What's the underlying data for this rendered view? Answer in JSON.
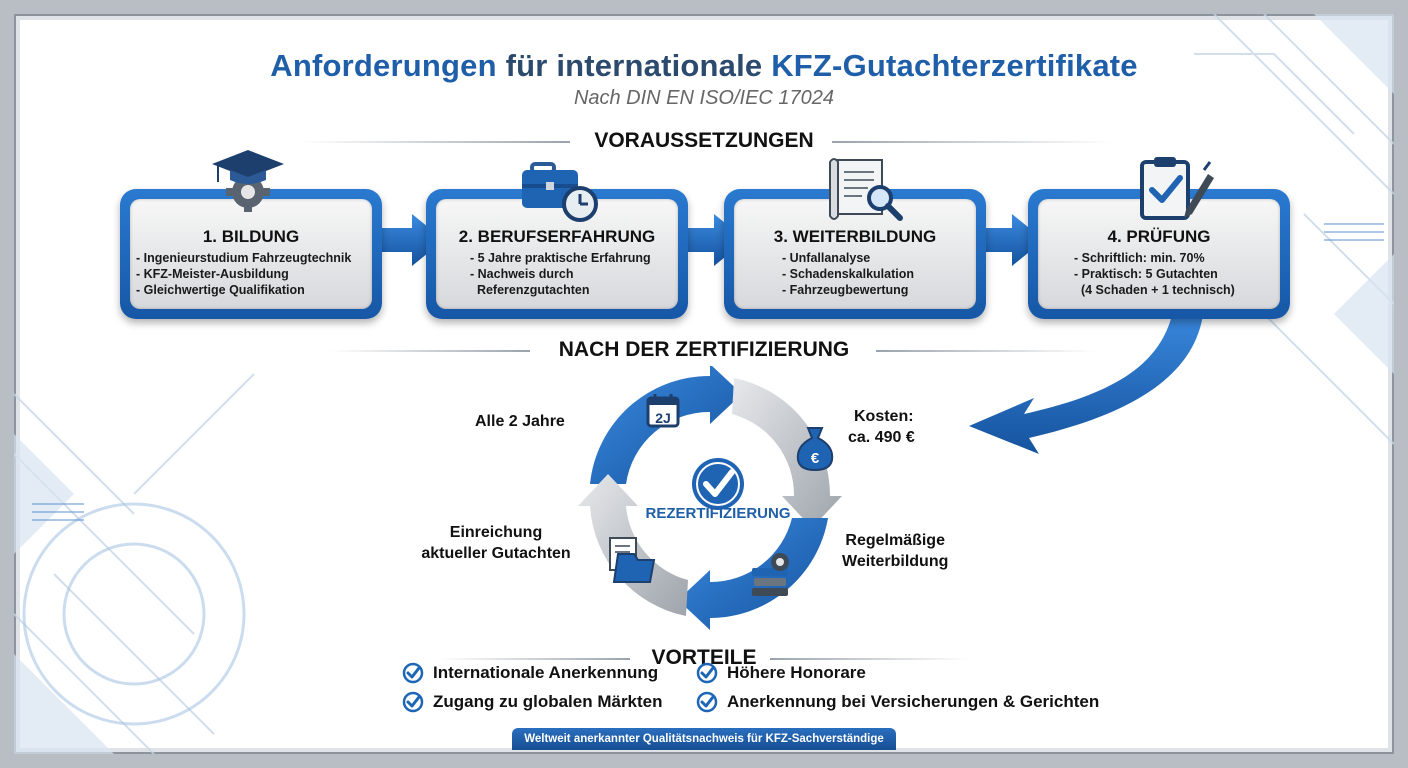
{
  "header": {
    "title_part1": "Anforderungen",
    "title_part2": "für internationale",
    "title_part3": "KFZ-Gutachterzertifikate",
    "subtitle": "Nach DIN EN ISO/IEC 17024"
  },
  "sections": {
    "prerequisites": "VORAUSSETZUNGEN",
    "after": "NACH DER ZERTIFIZIERUNG",
    "benefits": "VORTEILE"
  },
  "steps": [
    {
      "title": "1. BILDUNG",
      "icon": "graduation-cap-gear-icon",
      "items": [
        "- Ingenieurstudium Fahrzeugtechnik",
        "- KFZ-Meister-Ausbildung",
        "- Gleichwertige Qualifikation"
      ]
    },
    {
      "title": "2. BERUFSERFAHRUNG",
      "icon": "briefcase-clock-icon",
      "items": [
        "- 5 Jahre praktische Erfahrung",
        "- Nachweis durch",
        "  Referenzgutachten"
      ]
    },
    {
      "title": "3. WEITERBILDUNG",
      "icon": "document-magnifier-icon",
      "items": [
        "- Unfallanalyse",
        "- Schadenskalkulation",
        "- Fahrzeugbewertung"
      ]
    },
    {
      "title": "4. PRÜFUNG",
      "icon": "clipboard-pen-icon",
      "items": [
        "- Schriftlich: min. 70%",
        "- Praktisch: 5 Gutachten",
        "  (4 Schaden + 1 technisch)"
      ]
    }
  ],
  "cycle": {
    "center": "REZERTIFIZIERUNG",
    "calendar_badge": "2J",
    "label_top_left": "Alle 2 Jahre",
    "label_top_right_1": "Kosten:",
    "label_top_right_2": "ca. 490 €",
    "label_bottom_right_1": "Regelmäßige",
    "label_bottom_right_2": "Weiterbildung",
    "label_bottom_left_1": "Einreichung",
    "label_bottom_left_2": "aktueller Gutachten",
    "money_symbol": "€"
  },
  "benefits": [
    "Internationale Anerkennung",
    "Höhere Honorare",
    "Zugang zu globalen Märkten",
    "Anerkennung bei Versicherungen & Gerichten"
  ],
  "footer": "Weltweit anerkannter Qualitätsnachweis für KFZ-Sachverständige",
  "colors": {
    "primary_blue": "#1f5ea8",
    "light_blue": "#2a7ad0",
    "grey": "#b9bec4",
    "check_blue": "#1c66b5"
  }
}
